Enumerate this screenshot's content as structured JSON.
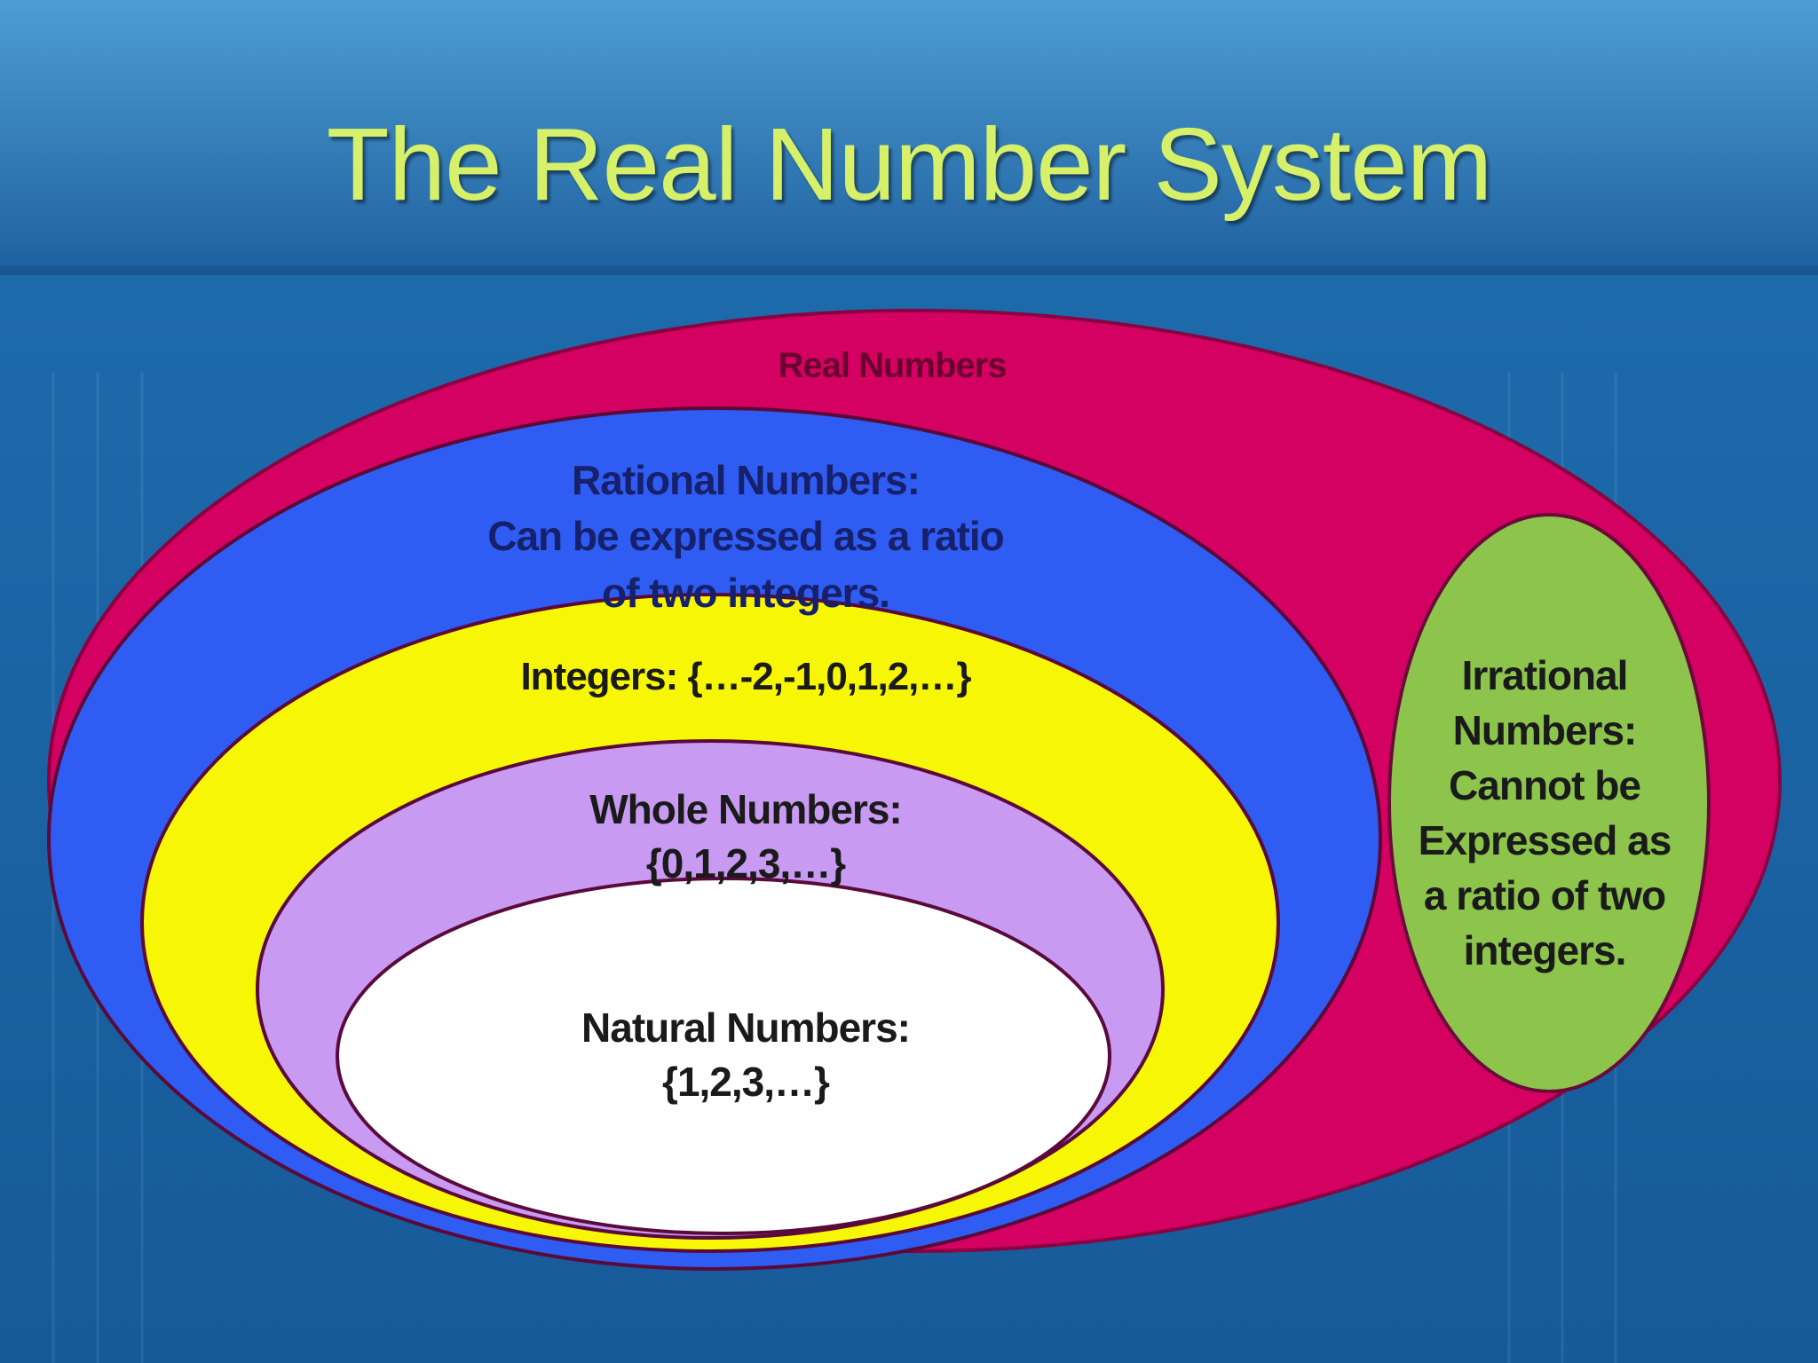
{
  "title": "The Real Number System",
  "sets": {
    "real": {
      "name": "Real Numbers",
      "color": "#d40062"
    },
    "rational": {
      "lines": [
        "Rational Numbers:",
        "Can be expressed as a ratio",
        "of two integers."
      ],
      "color": "#2f5cf2"
    },
    "integers": {
      "text": "Integers: {…-2,-1,0,1,2,…}",
      "color": "#f7f705"
    },
    "whole": {
      "lines": [
        "Whole Numbers:",
        "{0,1,2,3,…}"
      ],
      "color": "#c89af2"
    },
    "natural": {
      "lines": [
        "Natural Numbers:",
        "{1,2,3,…}"
      ],
      "color": "#ffffff"
    },
    "irrational": {
      "lines": [
        "Irrational",
        "Numbers:",
        "Cannot be",
        "Expressed as",
        "a ratio of two",
        "integers."
      ],
      "color": "#8cc44c"
    }
  },
  "colors": {
    "background": "#1c5fa0",
    "title": "#d6f06a"
  }
}
